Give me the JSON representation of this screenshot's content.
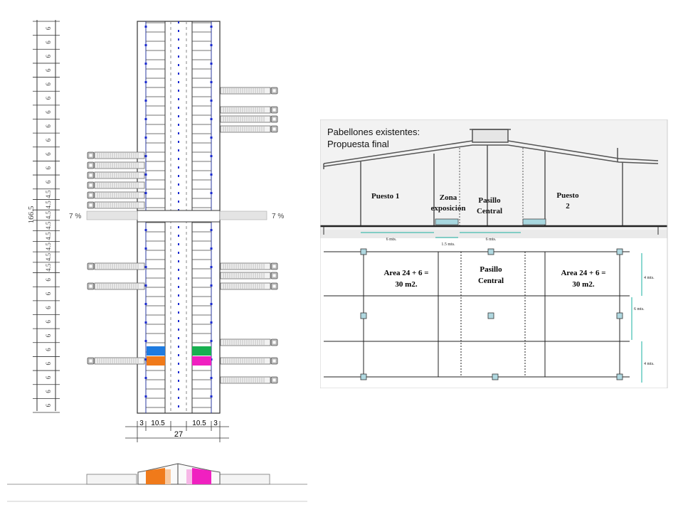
{
  "plan": {
    "total_length": "166.5",
    "segment_label": "6",
    "small_segment_label": "4.5",
    "slope_left": "7 %",
    "slope_right": "7 %",
    "width_dims": [
      "3",
      "10.5",
      "10.5",
      "3"
    ],
    "total_width": "27"
  },
  "colors": {
    "blue_stall": "#1e7be0",
    "orange_stall": "#f07a1a",
    "green_stall": "#18b050",
    "magenta_stall": "#f020c0"
  },
  "section": {
    "title_line1": "Pabellones existentes:",
    "title_line2": "Propuesta final",
    "stall1": "Puesto 1",
    "stall2_line1": "Puesto",
    "stall2_line2": "2",
    "zone_line1": "Zona",
    "zone_line2": "exposición",
    "aisle_line1": "Pasillo",
    "aisle_line2": "Central",
    "dim_left": "6 mts.",
    "dim_center": "1.5 mts.",
    "dim_right": "6 mts."
  },
  "floorplan": {
    "area_left_line1": "Area 24 + 6 =",
    "area_left_line2": "30 m2.",
    "aisle_line1": "Pasillo",
    "aisle_line2": "Central",
    "area_right_line1": "Area 24 + 6 =",
    "area_right_line2": "30 m2.",
    "dim_rows": [
      "4 mts.",
      "6 mts.",
      "4 mts."
    ]
  }
}
